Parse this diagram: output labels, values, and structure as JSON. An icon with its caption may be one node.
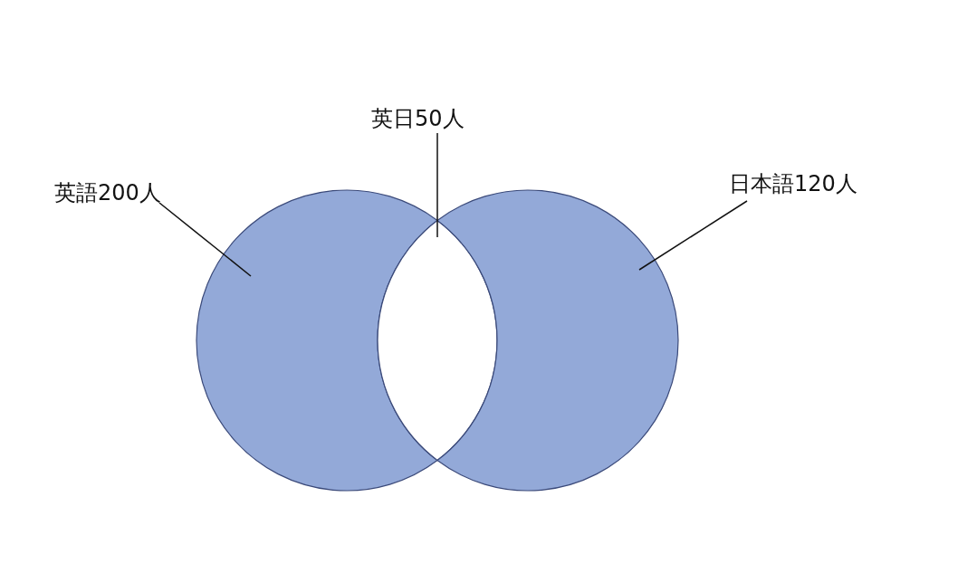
{
  "diagram": {
    "nodes": [
      {
        "text": [
          "英語200人"
        ]
      },
      {
        "text": [
          "英日50人"
        ]
      },
      {
        "text": [
          "日本語120人"
        ]
      },
      {
        "text": [],
        "shape": "crescent"
      },
      {
        "text": [],
        "shape": "lens"
      },
      {
        "text": [],
        "shape": "crescent"
      }
    ],
    "edges": [
      {
        "from": 0,
        "to": 3,
        "arrow": "none"
      },
      {
        "from": 1,
        "to": 4,
        "arrow": "none"
      },
      {
        "from": 2,
        "to": 5,
        "arrow": "none"
      }
    ]
  }
}
